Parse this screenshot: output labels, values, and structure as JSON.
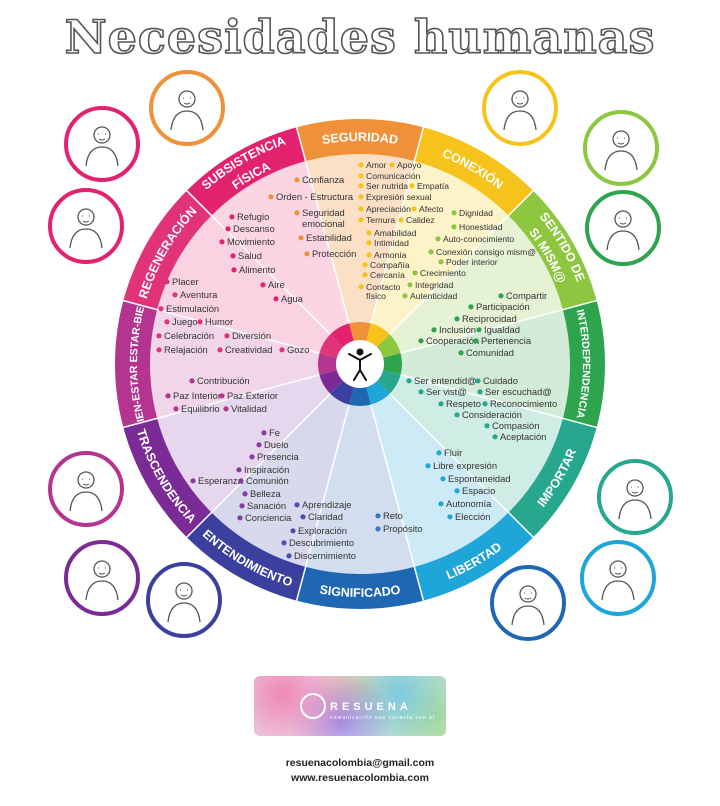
{
  "title": "Necesidades humanas",
  "footer": {
    "logo_text": "RESUENA",
    "logo_subtitle": "comunicación que conecta con el",
    "email": "resuenacolombia@gmail.com",
    "website": "www.resuenacolombia.com"
  },
  "sectors": [
    {
      "key": "seguridad",
      "label": [
        "SEGURIDAD"
      ],
      "color": "#f0913a",
      "light": "#fbe0c6",
      "dot": "#f0913a",
      "items": [
        "Confianza",
        "Orden - Estructura",
        "Seguridad",
        "emocional",
        "Estabilidad",
        "Protección"
      ]
    },
    {
      "key": "conexion",
      "label": [
        "CONEXIÓN"
      ],
      "color": "#f6c21c",
      "light": "#fdf3c8",
      "dot": "#f6c21c",
      "items": [
        "Amor",
        "Apoyo",
        "Comunicación",
        "Ser nutrida",
        "Empatía",
        "Expresión sexual",
        "Apreciación",
        "Afecto",
        "Ternura",
        "Calidez",
        "Amabilidad",
        "Intimidad",
        "Armonía",
        "Compañía",
        "Cercanía",
        "Contacto",
        "físico"
      ]
    },
    {
      "key": "sentido",
      "label": [
        "SENTIDO DE",
        "SI MISM@"
      ],
      "color": "#8dc63f",
      "light": "#e6f2d4",
      "dot": "#8dc63f",
      "items": [
        "Dignidad",
        "Honestidad",
        "Auto-conocimiento",
        "Conexión consigo mism@",
        "Poder interior",
        "Crecimiento",
        "Integridad",
        "Autenticidad"
      ]
    },
    {
      "key": "interdependencia",
      "label": [
        "INTERDEPENDENCIA"
      ],
      "color": "#2ea44f",
      "light": "#d3ecd8",
      "dot": "#2ea44f",
      "items": [
        "Compartir",
        "Participación",
        "Reciprocidad",
        "Inclusión",
        "Igualdad",
        "Cooperación",
        "Pertenencia",
        "Comunidad"
      ]
    },
    {
      "key": "importar",
      "label": [
        "IMPORTAR"
      ],
      "color": "#27a88e",
      "light": "#d0ede5",
      "dot": "#27a88e",
      "items": [
        "Ser entendid@",
        "Cuidado",
        "Ser vist@",
        "Ser escuchad@",
        "Respeto",
        "Reconocimiento",
        "Consideración",
        "Compasión",
        "Aceptación"
      ]
    },
    {
      "key": "libertad",
      "label": [
        "LIBERTAD"
      ],
      "color": "#1fa6d8",
      "light": "#cdebf6",
      "dot": "#1fa6d8",
      "items": [
        "Fluir",
        "Libre expresión",
        "Espontaneidad",
        "Espacio",
        "Autonomía",
        "Elección"
      ]
    },
    {
      "key": "significado",
      "label": [
        "SIGNIFICADO"
      ],
      "color": "#1f66b3",
      "light": "#d2def0",
      "dot": "#3a78c4",
      "items": [
        "Reto",
        "Propósito"
      ]
    },
    {
      "key": "entendimiento",
      "label": [
        "ENTENDIMIENTO"
      ],
      "color": "#3b3f9e",
      "light": "#d8d9ec",
      "dot": "#4a4fb0",
      "items": [
        "Aprendizaje",
        "Claridad",
        "Exploración",
        "Descubrimiento",
        "Discernimiento"
      ]
    },
    {
      "key": "trascendencia",
      "label": [
        "TRASCENDENCIA"
      ],
      "color": "#7a2b96",
      "light": "#e6d6ee",
      "dot": "#8a3aa6",
      "items": [
        "Fe",
        "Duelo",
        "Presencia",
        "Inspiración",
        "Esperanza",
        "Comunión",
        "Belleza",
        "Sanación",
        "Conciencia"
      ]
    },
    {
      "key": "bienestar",
      "label": [
        "BIEN-ESTAR ESTAR-BIEN"
      ],
      "color": "#b3358f",
      "light": "#f1d6ea",
      "dot": "#b3358f",
      "items": [
        "Contribución",
        "Paz Interior",
        "Paz Exterior",
        "Equilibrio",
        "Vitalidad"
      ]
    },
    {
      "key": "regeneracion",
      "label": [
        "REGENERACIÓN"
      ],
      "color": "#e0337a",
      "light": "#fad3e3",
      "dot": "#e0337a",
      "items": [
        "Placer",
        "Aventura",
        "Estimulación",
        "Juego",
        "Humor",
        "Celebración",
        "Diversión",
        "Relajación",
        "Creatividad",
        "Gozo"
      ]
    },
    {
      "key": "subsistencia",
      "label": [
        "SUBSISTENCIA",
        "FÍSICA"
      ],
      "color": "#e2226e",
      "light": "#fbd5e2",
      "dot": "#e2226e",
      "items": [
        "Refugio",
        "Descanso",
        "Movimiento",
        "Salud",
        "Alimento",
        "Aire",
        "Agua"
      ]
    }
  ],
  "portraits": [
    {
      "name": "portrait-mother-child",
      "color": "#e2226e"
    },
    {
      "name": "portrait-man-raised-hands",
      "color": "#f0913a"
    },
    {
      "name": "portrait-couple-high-five",
      "color": "#f6c21c"
    },
    {
      "name": "portrait-man-with-hat",
      "color": "#8dc63f"
    },
    {
      "name": "portrait-friends-cheering",
      "color": "#e2226e"
    },
    {
      "name": "portrait-forest-people",
      "color": "#2ea44f"
    },
    {
      "name": "portrait-cyclist-walker",
      "color": "#b3358f"
    },
    {
      "name": "portrait-woman-smiling",
      "color": "#27a88e"
    },
    {
      "name": "portrait-older-woman-praying",
      "color": "#7a2b96"
    },
    {
      "name": "portrait-two-women-idea",
      "color": "#3b3f9e"
    },
    {
      "name": "portrait-person-path",
      "color": "#1f66b3"
    },
    {
      "name": "portrait-man-arms-open",
      "color": "#1fa6d8"
    }
  ]
}
